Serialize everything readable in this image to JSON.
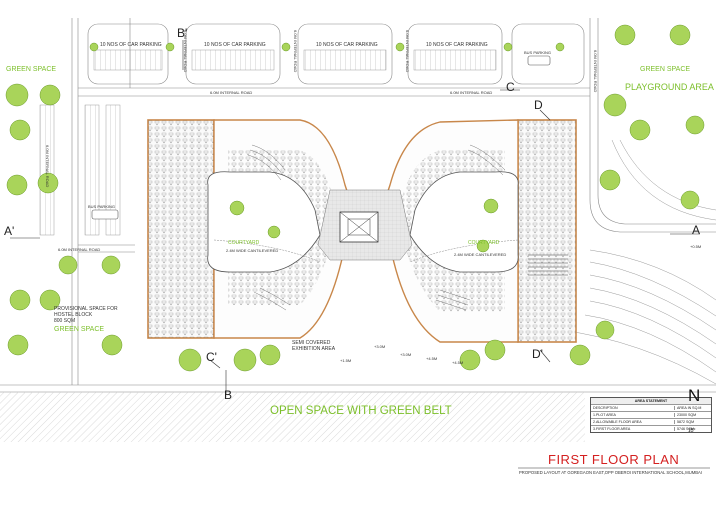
{
  "plan": {
    "title": "FIRST FLOOR PLAN",
    "subtitle": "PROPOSED LAYOUT AT GOREGAON EAST,OPP OBEROI INTERNATIONAL SCHOOL,MUMBAI",
    "north": {
      "letter": "N",
      "angle": "15°"
    },
    "colors": {
      "title": "#d42020",
      "accent_green": "#7cbf2a",
      "wall": "#c8874a",
      "tree": "#9ccc4a",
      "road_hatch": "#cccccc"
    }
  },
  "labels": {
    "green_space_left": "GREEN SPACE",
    "green_space_right": "GREEN SPACE",
    "playground": "PLAYGROUND AREA",
    "green_space_bottom": "GREEN SPACE",
    "open_space": "OPEN SPACE WITH GREEN BELT",
    "hostel_line1": "PROVISIONAL SPACE FOR",
    "hostel_line2": "HOSTEL BLOCK",
    "hostel_line3": "800 SQM",
    "car_parking_1": "10 NOS OF CAR PARKING",
    "car_parking_2": "10 NOS OF CAR PARKING",
    "car_parking_3": "10 NOS OF CAR PARKING",
    "car_parking_4": "10 NOS OF CAR PARKING",
    "bus_parking_left": "BUS PARKING",
    "bus_parking_right": "BUS PARKING",
    "road_top_1": "6.0M INTERNAL ROAD",
    "road_top_2": "6.0M INTERNAL ROAD",
    "road_left": "6.0M INTERNAL ROAD",
    "road_v_left": "6.0M INTERNAL ROAD",
    "road_v_1": "6.0M INTERNAL ROAD",
    "road_v_2": "6.0M INTERNAL ROAD",
    "road_v_3": "6.0M INTERNAL ROAD",
    "road_v_right": "6.0M INTERNAL ROAD",
    "courtyard_left": "COURTYARD",
    "courtyard_right": "COURTYARD",
    "cantilever_left": "2.4M WIDE CANTILEVERED",
    "cantilever_right": "2.4M WIDE CANTILEVERED",
    "semi_covered_1": "SEMI COVERED",
    "semi_covered_2": "EXHIBITION AREA",
    "levels": [
      "+3.0M",
      "+4.5M",
      "+4.5M",
      "+3.0M",
      "+1.5M",
      "+0.5M"
    ]
  },
  "sections": {
    "A": "A",
    "A_prime": "A'",
    "B": "B",
    "B_prime": "B'",
    "C": "C",
    "C_prime": "C'",
    "D": "D",
    "D_prime": "D'"
  },
  "area_statement": {
    "title": "AREA STATEMENT",
    "header": [
      "DESCRIPTION",
      "AREA IN SQ.M"
    ],
    "rows": [
      [
        "1.PLOT AREA",
        "23000 SQM"
      ],
      [
        "2.ALLOWABLE FLOOR AREA",
        "5872 SQM"
      ],
      [
        "3.FIRST FLOOR AREA",
        "5746 SQM"
      ]
    ]
  }
}
